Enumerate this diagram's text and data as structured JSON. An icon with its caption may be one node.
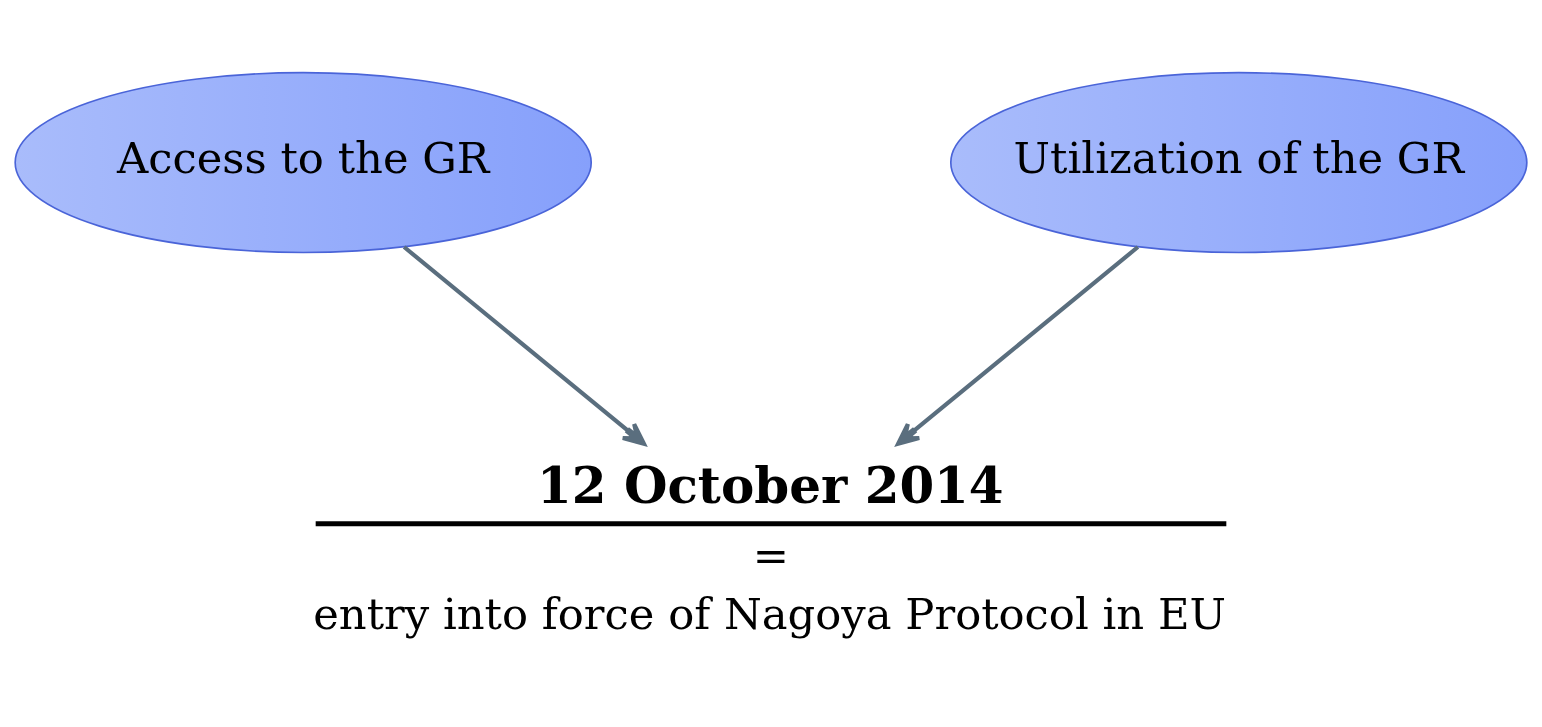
{
  "diagram": {
    "nodes": [
      {
        "text": [
          "Access to the GR"
        ]
      },
      {
        "text": [
          "Utilization of the GR"
        ]
      },
      {
        "text": [
          "12 October 2014",
          "=",
          "entry into force of Nagoya Protocol in EU"
        ]
      }
    ],
    "edges": [
      {
        "from": 0,
        "to": 2,
        "arrow": "to"
      },
      {
        "from": 1,
        "to": 2,
        "arrow": "to"
      }
    ]
  }
}
